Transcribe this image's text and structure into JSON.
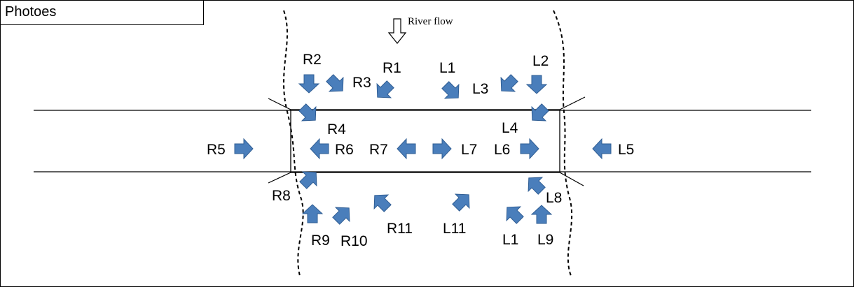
{
  "header": {
    "title": "Photoes"
  },
  "flow": {
    "label": "River flow"
  },
  "colors": {
    "arrow": "#4a7ebb",
    "line": "#000000"
  },
  "points": [
    {
      "id": "R1",
      "label": "R1",
      "arrow_dir": 225
    },
    {
      "id": "R2",
      "label": "R2",
      "arrow_dir": 180
    },
    {
      "id": "R3",
      "label": "R3",
      "arrow_dir": 135
    },
    {
      "id": "R4",
      "label": "R4",
      "arrow_dir": 135
    },
    {
      "id": "R5",
      "label": "R5",
      "arrow_dir": 90
    },
    {
      "id": "R6",
      "label": "R6",
      "arrow_dir": 270
    },
    {
      "id": "R7",
      "label": "R7",
      "arrow_dir": 270
    },
    {
      "id": "R8",
      "label": "R8",
      "arrow_dir": 45
    },
    {
      "id": "R9",
      "label": "R9",
      "arrow_dir": 0
    },
    {
      "id": "R10",
      "label": "R10",
      "arrow_dir": 45
    },
    {
      "id": "R11",
      "label": "R11",
      "arrow_dir": 315
    },
    {
      "id": "L1",
      "label": "L1",
      "arrow_dir": 135
    },
    {
      "id": "L2",
      "label": "L2",
      "arrow_dir": 180
    },
    {
      "id": "L3",
      "label": "L3",
      "arrow_dir": 225
    },
    {
      "id": "L4",
      "label": "L4",
      "arrow_dir": 225
    },
    {
      "id": "L5",
      "label": "L5",
      "arrow_dir": 270
    },
    {
      "id": "L6",
      "label": "L6",
      "arrow_dir": 90
    },
    {
      "id": "L7",
      "label": "L7",
      "arrow_dir": 90
    },
    {
      "id": "L8",
      "label": "L8",
      "arrow_dir": 315
    },
    {
      "id": "L9",
      "label": "L9",
      "arrow_dir": 0
    },
    {
      "id": "L1b",
      "label": "L1",
      "arrow_dir": 315
    },
    {
      "id": "L11",
      "label": "L11",
      "arrow_dir": 45
    }
  ]
}
